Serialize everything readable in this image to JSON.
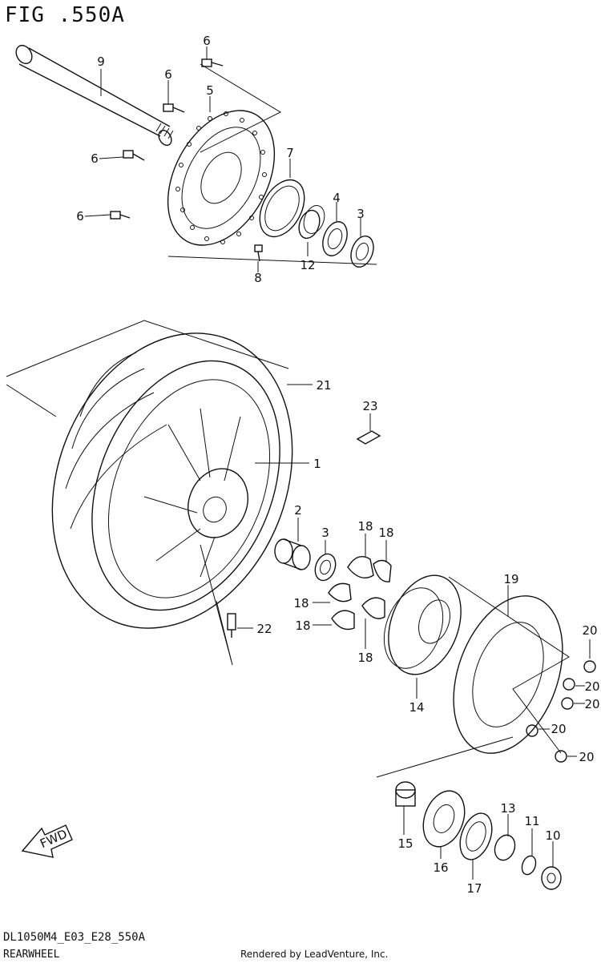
{
  "diagram": {
    "figure_label": "FIG .550A",
    "code": "DL1050M4_E03_E28_550A",
    "section_name": "REARWHEEL",
    "credit": "Rendered by LeadVenture, Inc.",
    "fwd_label": "FWD"
  },
  "callouts": [
    {
      "id": "c6a",
      "label": "6"
    },
    {
      "id": "c9",
      "label": "9"
    },
    {
      "id": "c6b",
      "label": "6"
    },
    {
      "id": "c5",
      "label": "5"
    },
    {
      "id": "c6c",
      "label": "6"
    },
    {
      "id": "c6d",
      "label": "6"
    },
    {
      "id": "c7",
      "label": "7"
    },
    {
      "id": "c4a",
      "label": "4"
    },
    {
      "id": "c3a",
      "label": "3"
    },
    {
      "id": "c12",
      "label": "12"
    },
    {
      "id": "c8",
      "label": "8"
    },
    {
      "id": "c21",
      "label": "21"
    },
    {
      "id": "c23",
      "label": "23"
    },
    {
      "id": "c1",
      "label": "1"
    },
    {
      "id": "c2",
      "label": "2"
    },
    {
      "id": "c3b",
      "label": "3"
    },
    {
      "id": "c18a",
      "label": "18"
    },
    {
      "id": "c18b",
      "label": "18"
    },
    {
      "id": "c18c",
      "label": "18"
    },
    {
      "id": "c18d",
      "label": "18"
    },
    {
      "id": "c18e",
      "label": "18"
    },
    {
      "id": "c19",
      "label": "19"
    },
    {
      "id": "c22",
      "label": "22"
    },
    {
      "id": "c20a",
      "label": "20"
    },
    {
      "id": "c20b",
      "label": "20"
    },
    {
      "id": "c20c",
      "label": "20"
    },
    {
      "id": "c20d",
      "label": "20"
    },
    {
      "id": "c20e",
      "label": "20"
    },
    {
      "id": "c14",
      "label": "14"
    },
    {
      "id": "c13",
      "label": "13"
    },
    {
      "id": "c11",
      "label": "11"
    },
    {
      "id": "c10",
      "label": "10"
    },
    {
      "id": "c15",
      "label": "15"
    },
    {
      "id": "c16",
      "label": "16"
    },
    {
      "id": "c17",
      "label": "17"
    }
  ]
}
